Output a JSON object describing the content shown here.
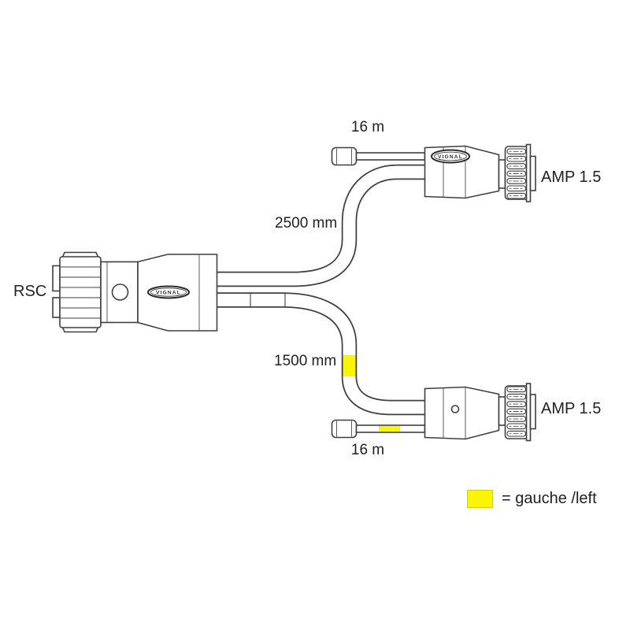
{
  "diagram": {
    "labels": {
      "left_connector": "RSC",
      "top_wire_length": "16 m",
      "top_cable_length": "2500 mm",
      "top_right_connector": "AMP 1.5",
      "bottom_cable_length": "1500 mm",
      "bottom_wire_length": "16 m",
      "bottom_right_connector": "AMP 1.5",
      "brand": "VIGNAL"
    },
    "legend": {
      "text": "= gauche /left",
      "swatch_color": "#faf500"
    },
    "colors": {
      "background": "#ffffff",
      "line": "#3f3f3f",
      "highlight": "#faf500",
      "text": "#212121"
    }
  }
}
